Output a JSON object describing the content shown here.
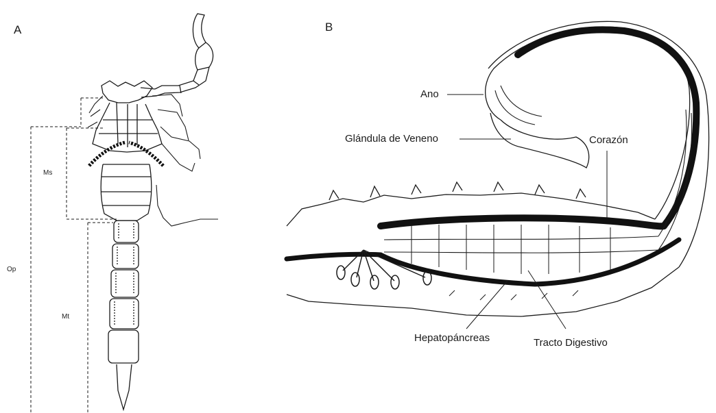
{
  "panel_a": {
    "label": "A",
    "segments": [
      "Op",
      "Ms",
      "Mt"
    ]
  },
  "panel_b": {
    "label": "B",
    "structures": [
      "Ano",
      "Glándula de Veneno",
      "Corazón",
      "Hepatopáncreas",
      "Tracto Digestivo"
    ]
  }
}
